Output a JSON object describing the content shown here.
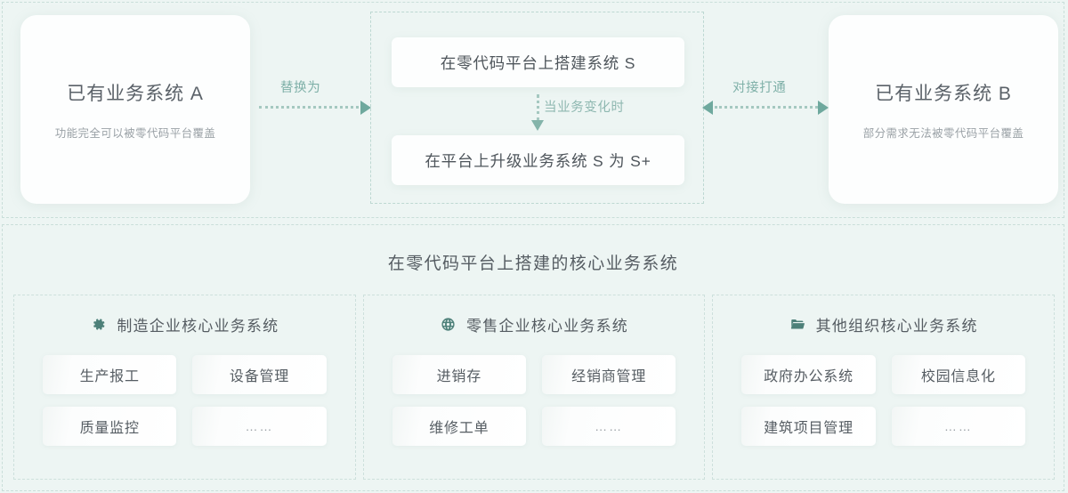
{
  "theme": {
    "background": "#edf5f3",
    "card_bg": "#fdfefe",
    "accent": "#6fa99e",
    "dashed_border": "#c9ded9",
    "title_color": "#555c62",
    "muted_color": "#9aa1a6",
    "label_color": "#7fb0a8"
  },
  "top": {
    "system_a": {
      "title": "已有业务系统 A",
      "subtitle": "功能完全可以被零代码平台覆盖"
    },
    "system_b": {
      "title": "已有业务系统 B",
      "subtitle": "部分需求无法被零代码平台覆盖"
    },
    "platform": {
      "build_card": "在零代码平台上搭建系统 S",
      "upgrade_card": "在平台上升级业务系统 S 为 S+",
      "vertical_arrow_label": "当业务变化时"
    },
    "connector_left_label": "替换为",
    "connector_right_label": "对接打通"
  },
  "bottom": {
    "heading": "在零代码平台上搭建的核心业务系统",
    "columns": [
      {
        "icon": "gear-icon",
        "title": "制造企业核心业务系统",
        "tiles": [
          "生产报工",
          "设备管理",
          "质量监控",
          "……"
        ]
      },
      {
        "icon": "globe-icon",
        "title": "零售企业核心业务系统",
        "tiles": [
          "进销存",
          "经销商管理",
          "维修工单",
          "……"
        ]
      },
      {
        "icon": "folder-icon",
        "title": "其他组织核心业务系统",
        "tiles": [
          "政府办公系统",
          "校园信息化",
          "建筑项目管理",
          "……"
        ]
      }
    ]
  }
}
